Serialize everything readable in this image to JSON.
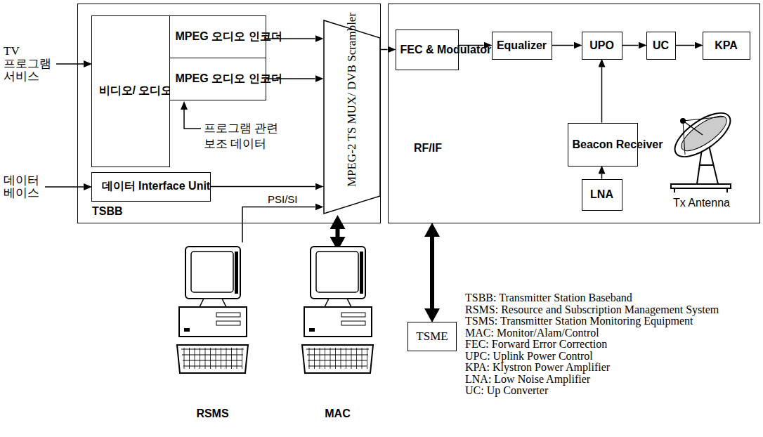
{
  "diagram": {
    "nodes": [
      {
        "text": [
          "TSBB"
        ]
      },
      {
        "text": [
          "비디오/ 오디오 전처리장치"
        ],
        "in": 0
      },
      {
        "text": [
          "MPEG 오디오 인코더"
        ],
        "in": 0
      },
      {
        "text": [
          "MPEG 오디오 인코더"
        ],
        "in": 0
      },
      {
        "text": [
          "MPEG-2 TS MUX/ DVB Scrambler"
        ],
        "in": 0
      },
      {
        "text": [
          "데이터 Interface Unit"
        ],
        "in": 0
      },
      {
        "text": [
          "RF/IF"
        ]
      },
      {
        "text": [
          "FEC & Modulator"
        ],
        "in": 6
      },
      {
        "text": [
          "Equalizer"
        ],
        "in": 6
      },
      {
        "text": [
          "UPO"
        ],
        "in": 6
      },
      {
        "text": [
          "UC"
        ],
        "in": 6
      },
      {
        "text": [
          "KPA"
        ],
        "in": 6
      },
      {
        "text": [
          "Beacon Receiver"
        ],
        "in": 6
      },
      {
        "text": [
          "LNA"
        ],
        "in": 6
      },
      {
        "text": [
          "RSMS"
        ]
      },
      {
        "text": [
          "MAC"
        ]
      },
      {
        "text": [
          "TSME"
        ]
      }
    ],
    "edges": [
      {
        "from": 2,
        "to": 4,
        "arrow": "to"
      },
      {
        "from": 3,
        "to": 4,
        "arrow": "to"
      },
      {
        "from": 5,
        "to": 4,
        "arrow": "to"
      },
      {
        "from": 14,
        "to": 4,
        "label": "PSI/SI",
        "arrow": "to"
      },
      {
        "from": 15,
        "to": 0,
        "arrow": "both"
      },
      {
        "from": 16,
        "to": 6,
        "arrow": "both"
      },
      {
        "from": 4,
        "to": 7,
        "arrow": "to"
      },
      {
        "from": 7,
        "to": 8,
        "arrow": "to"
      },
      {
        "from": 8,
        "to": 9,
        "arrow": "to"
      },
      {
        "from": 9,
        "to": 10,
        "arrow": "to"
      },
      {
        "from": 10,
        "to": 11,
        "arrow": "to"
      },
      {
        "from": 12,
        "to": 9,
        "arrow": "to"
      },
      {
        "from": 13,
        "to": 12,
        "arrow": "to"
      }
    ],
    "labels": [
      "TV 프로그램 서비스",
      "데이터 베이스",
      "프로그램 관련 보조 데이터",
      "Tx Antenna",
      "TSBB: Transmitter Station Baseband",
      "RSMS: Resource and Subscription Management System",
      "TSMS: Transmitter Station Monitoring Equipment",
      "MAC: Monitor/Alam/Control",
      "FEC: Forward Error Correction",
      "UPC: Uplink Power Control",
      "KPA: Klystron Power Amplifier",
      "LNA: Low Noise Amplifier",
      "UC: Up Converter"
    ]
  }
}
